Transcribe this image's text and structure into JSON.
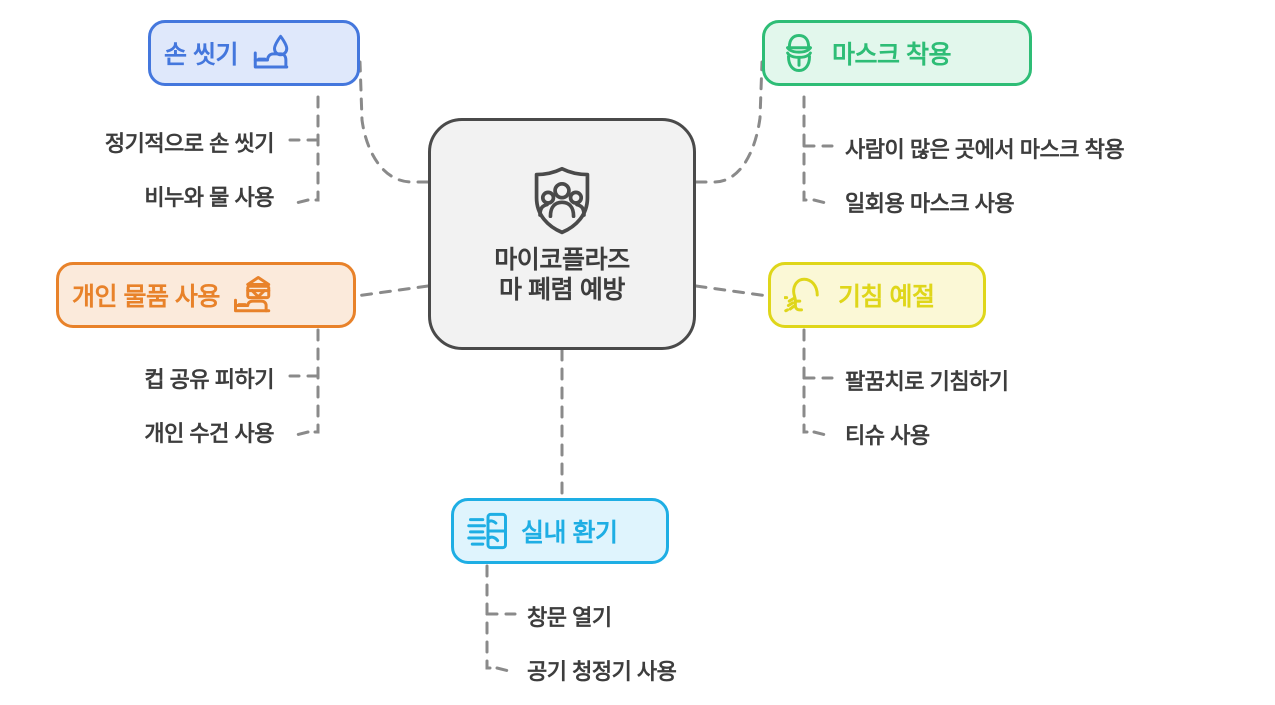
{
  "diagram": {
    "title_center": "마이코플라즈\n마 폐렴 예방",
    "center_icon": "shield-people-icon",
    "background": "#ffffff",
    "connector_color": "#8a8a8a",
    "center_border_color": "#4a4a4a",
    "center_fill_color": "#f2f2f2",
    "center_text_color": "#3d3d3d",
    "sub_text_color": "#3d3d3d"
  },
  "branches": [
    {
      "id": "hand-washing",
      "label": "손 씻기",
      "icon": "hand-wash-icon",
      "border_color": "#4477dd",
      "fill_color": "#dfe8fb",
      "text_color": "#4477dd",
      "items": [
        "정기적으로 손 씻기",
        "비누와 물 사용"
      ]
    },
    {
      "id": "mask-wearing",
      "label": "마스크 착용",
      "icon": "masked-face-icon",
      "border_color": "#2ebd76",
      "fill_color": "#e2f7ec",
      "text_color": "#2ebd76",
      "items": [
        "사람이 많은 곳에서 마스크 착용",
        "일회용 마스크 사용"
      ]
    },
    {
      "id": "personal-items",
      "label": "개인 물품 사용",
      "icon": "personal-towel-icon",
      "border_color": "#e8822a",
      "fill_color": "#fbeadb",
      "text_color": "#e8822a",
      "items": [
        "컵 공유 피하기",
        "개인 수건 사용"
      ]
    },
    {
      "id": "cough-etiquette",
      "label": "기침 예절",
      "icon": "coughing-head-icon",
      "border_color": "#dfd61a",
      "fill_color": "#fbf8d6",
      "text_color": "#dfd61a",
      "items": [
        "팔꿈치로 기침하기",
        "티슈 사용"
      ]
    },
    {
      "id": "indoor-ventilation",
      "label": "실내 환기",
      "icon": "window-airflow-icon",
      "border_color": "#1eaee4",
      "fill_color": "#dff4fd",
      "text_color": "#1eaee4",
      "items": [
        "창문 열기",
        "공기 청정기 사용"
      ]
    }
  ]
}
